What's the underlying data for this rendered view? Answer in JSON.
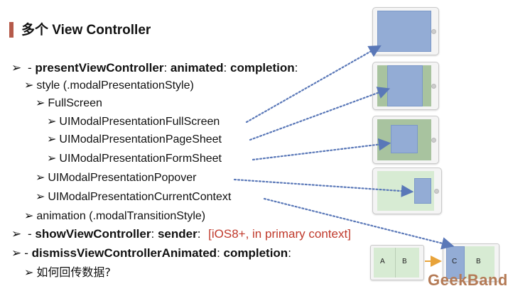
{
  "slide": {
    "title": "多个 View Controller",
    "bullets": {
      "present": {
        "arrow": "➢",
        "prefix": "- ",
        "p1": "presentViewController",
        "c1": ": ",
        "p2": "animated",
        "c2": ": ",
        "p3": "completion",
        "c3": ":"
      },
      "style": {
        "arrow": "➢",
        "text": "style (.modalPresentationStyle)"
      },
      "fullscreen": {
        "arrow": "➢",
        "text": "FullScreen"
      },
      "fs_full": {
        "arrow": "➢",
        "text": "UIModalPresentationFullScreen"
      },
      "fs_page": {
        "arrow": "➢",
        "text": "UIModalPresentationPageSheet"
      },
      "fs_form": {
        "arrow": "➢",
        "text": "UIModalPresentationFormSheet"
      },
      "popover": {
        "arrow": "➢",
        "text": "UIModalPresentationPopover"
      },
      "current": {
        "arrow": "➢",
        "text": "UIModalPresentationCurrentContext"
      },
      "animation": {
        "arrow": "➢",
        "text": "animation (.modalTransitionStyle)"
      },
      "show": {
        "arrow": "➢",
        "prefix": "- ",
        "p1": "showViewController",
        "c1": ": ",
        "p2": "sender",
        "c2": ": ",
        "note": "[iOS8+, in primary context]"
      },
      "dismiss": {
        "arrow": "➢",
        "prefix": "- ",
        "p1": "dismissViewControllerAnimated",
        "c1": ": ",
        "p2": "completion",
        "c2": ":"
      },
      "question": {
        "arrow": "➢",
        "text": "如何回传数据?"
      }
    },
    "context_diagram": {
      "left_a": "A",
      "left_b": "B",
      "right_c": "C",
      "right_b": "B"
    },
    "logo_text": "GeekBand"
  },
  "colors": {
    "accent_bar": "#b55a4a",
    "note_red": "#c0392b",
    "arrow_blue": "#5a78b8",
    "transfer_orange": "#e8a33a",
    "logo": "#b47a55"
  },
  "icons": {
    "bullet": "arrow-bullet-icon"
  }
}
